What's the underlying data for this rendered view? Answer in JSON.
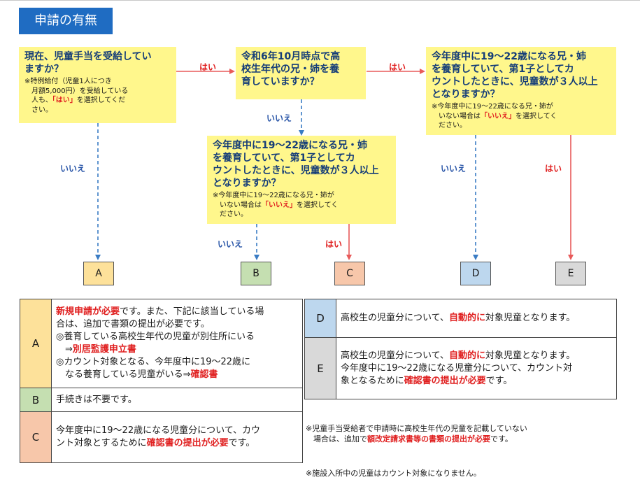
{
  "title": "申請の有無",
  "colors": {
    "title_bg": "#1f6cc2",
    "question_bg": "#fff78c",
    "yes_arrow": "#e85a5a",
    "no_arrow": "#3a7cc4",
    "yes_text": "#e02020",
    "no_text": "#2a56a8",
    "A": "#fde19a",
    "B": "#c5dfb1",
    "C": "#f7c7aa",
    "D": "#bdd7ee",
    "E": "#d9d9d9"
  },
  "q1": {
    "main": "現在、児童手当を受給してい\nますか？",
    "note_pre": "※特例給付（児童1人につき\n　月額5,000円）を受給している\n　人も、",
    "note_em": "「はい」",
    "note_post": "を選択してくだ\n　さい。"
  },
  "q2": {
    "main": "令和6年10月時点で高\n校生年代の兄・姉を養\n育していますか？"
  },
  "q3": {
    "main": "今年度中に19～22歳になる兄・姉\nを養育していて、第1子としてカ\nウントしたときに、児童数が３人以上\nとなりますか？",
    "note_pre": "※今年度中に19～22歳になる兄・姉が\n　いない場合は",
    "note_em": "「いいえ」",
    "note_post": "を選択してく\n　ださい。"
  },
  "q4": {
    "main": "今年度中に19～22歳になる兄・姉\nを養育していて、第1子としてカ\nウントしたときに、児童数が３人以上\nとなりますか？",
    "note_pre": "※今年度中に19～22歳になる兄・姉が\n　いない場合は",
    "note_em": "「いいえ」",
    "note_post": "を選択してく\n　ださい。"
  },
  "labels": {
    "yes": "はい",
    "no": "いいえ"
  },
  "results": [
    "A",
    "B",
    "C",
    "D",
    "E"
  ],
  "table_left": {
    "A": {
      "l1_em": "新規申請が必要",
      "l1_rest": "です。また、下記に該当している場\n合は、追加で書類の提出が必要です。\n◎養育している高校生年代の児童が別住所にいる\n　⇒",
      "l1_em2": "別居監護申立書",
      "l2": "\n◎カウント対象となる、今年度中に19～22歳に\n　なる養育している児童がいる⇒",
      "l2_em": "確認書"
    },
    "B": {
      "text": "手続きは不要です。"
    },
    "C": {
      "text": "今年度中に19～22歳になる児童分について、カウ\nント対象とするために",
      "em": "確認書の提出が必要",
      "post": "です。"
    }
  },
  "table_right": {
    "D": {
      "pre": "高校生の児童分について、",
      "em": "自動的に",
      "post": "対象児童となります。"
    },
    "E": {
      "pre": "高校生の児童分について、",
      "em": "自動的に",
      "post": "対象児童となります。\n今年度中に19～22歳になる児童分について、カウント対\n象となるために",
      "em2": "確認書の提出が必要",
      "post2": "です。"
    }
  },
  "footnotes": {
    "n1_pre": "※児童手当受給者で申請時に高校生年代の児童を記載していない\n　場合は、追加で",
    "n1_em": "額改定請求書等の書類の提出が必要",
    "n1_post": "です。",
    "n2": "※施設入所中の児童はカウント対象になりません。"
  }
}
